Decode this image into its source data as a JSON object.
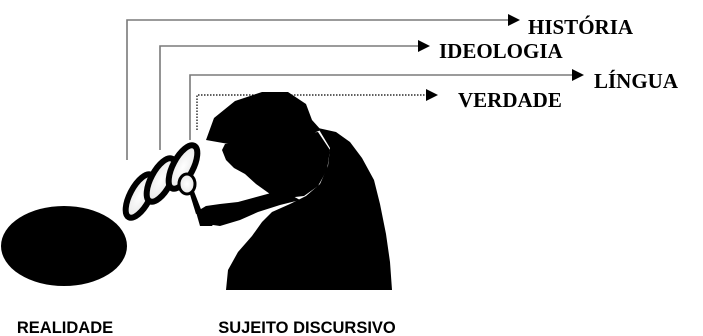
{
  "labels": {
    "historia": "HISTÓRIA",
    "ideologia": "IDEOLOGIA",
    "lingua": "LÍNGUA",
    "verdade": "VERDADE",
    "realidade": "REALIDADE",
    "sujeito": "SUJEITO DISCURSIVO"
  },
  "colors": {
    "ink": "#000000",
    "background": "#ffffff"
  },
  "icons": [
    "detective-silhouette-icon",
    "magnifier-lens-icon",
    "reality-ellipse-icon"
  ]
}
